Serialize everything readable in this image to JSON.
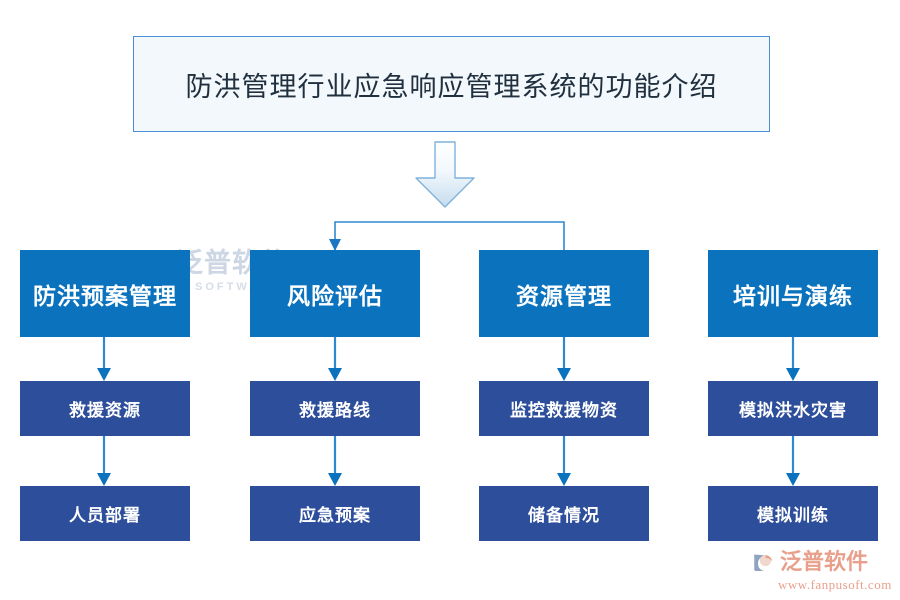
{
  "title": {
    "text": "防洪管理行业应急响应管理系统的功能介绍",
    "box_fill": "#f3f8fc",
    "box_border": "#4a8fd4"
  },
  "colors": {
    "level1_fill": "#0b72bd",
    "level2_fill": "#2d4e9b",
    "connector": "#1b76c4",
    "block_arrow_outline": "#7fb2db",
    "brand_text": "#e8a08c",
    "watermark_text": "#cdd7e4"
  },
  "columns": [
    {
      "id": "col-1",
      "level1": "防洪预案管理",
      "level2": "救援资源",
      "level3": "人员部署"
    },
    {
      "id": "col-2",
      "level1": "风险评估",
      "level2": "救援路线",
      "level3": "应急预案"
    },
    {
      "id": "col-3",
      "level1": "资源管理",
      "level2": "监控救援物资",
      "level3": "储备情况"
    },
    {
      "id": "col-4",
      "level1": "培训与演练",
      "level2": "模拟洪水灾害",
      "level3": "模拟训练"
    }
  ],
  "watermark": {
    "cn": "泛普软件",
    "en": "U SOFTWARE"
  },
  "brand": {
    "cn": "泛普软件",
    "url": "www.fanpusoft.com"
  },
  "icons": {
    "block_arrow": "down-block-arrow-icon",
    "branch": "branch-connector-icon",
    "brand_swoosh": "brand-swoosh-icon"
  }
}
